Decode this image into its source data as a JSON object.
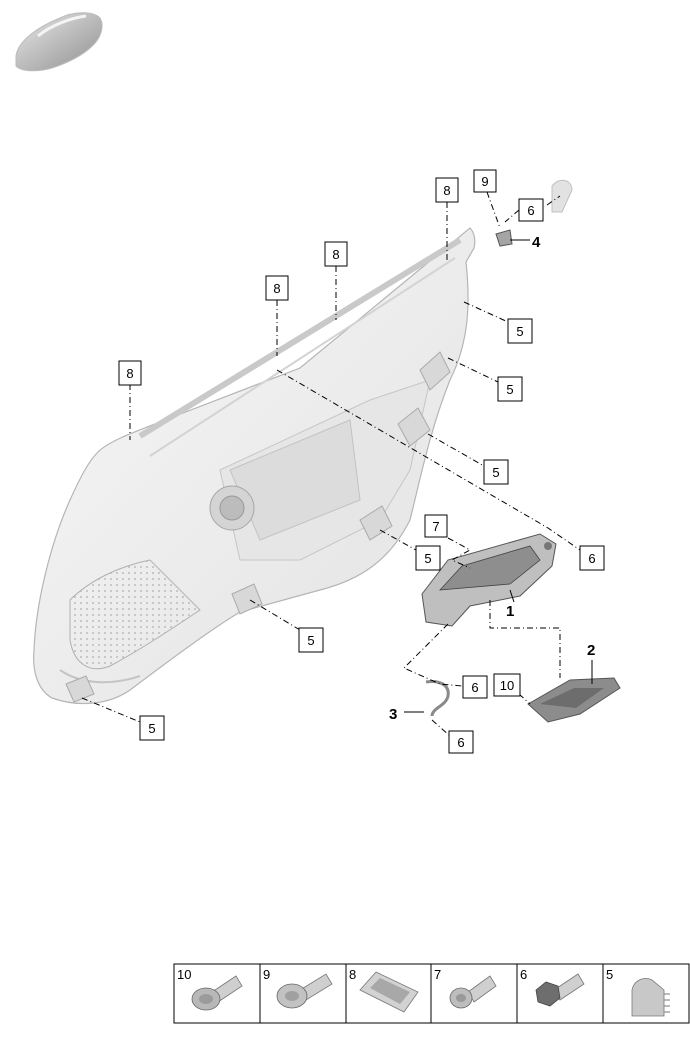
{
  "callouts": {
    "c8a": "8",
    "c8b": "8",
    "c8c": "8",
    "c8d": "8",
    "c9": "9",
    "c6a": "6",
    "c5a": "5",
    "c5b": "5",
    "c5c": "5",
    "c5d": "5",
    "c5e": "5",
    "c5f": "5",
    "c6b": "6",
    "c7": "7",
    "c6c": "6",
    "c6d": "6",
    "c10": "10"
  },
  "part_labels": {
    "p1": "1",
    "p2": "2",
    "p3": "3",
    "p4": "4"
  },
  "legend": [
    {
      "number": "10",
      "icon": "screw-washer-icon"
    },
    {
      "number": "9",
      "icon": "screw-flange-icon"
    },
    {
      "number": "8",
      "icon": "clip-icon"
    },
    {
      "number": "7",
      "icon": "screw-icon"
    },
    {
      "number": "6",
      "icon": "hex-screw-icon"
    },
    {
      "number": "5",
      "icon": "retaining-clip-icon"
    }
  ],
  "icons": {
    "vehicle": "car-silhouette-icon"
  },
  "colors": {
    "line": "#000000",
    "part_light": "#ececec",
    "part_mid": "#cfcfcf",
    "part_dark": "#9a9a9a"
  }
}
